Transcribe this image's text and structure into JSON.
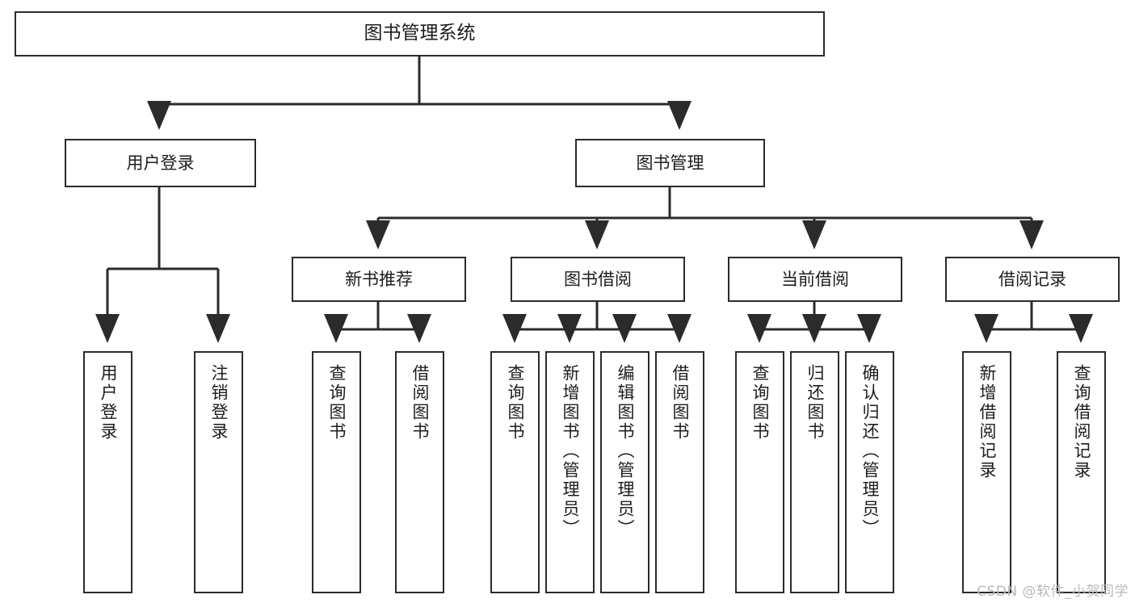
{
  "diagram": {
    "type": "tree",
    "title": "图书管理系统",
    "orientation": "top-down",
    "colors": {
      "background": "#ffffff",
      "node_fill": "#ffffff",
      "node_border": "#2b2b2b",
      "edge": "#2b2b2b",
      "text": "#1d1d1d",
      "watermark": "#b9b9b9"
    },
    "root": {
      "id": "root",
      "label": "图书管理系统"
    },
    "level2": [
      {
        "id": "l2-0",
        "label": "用户登录"
      },
      {
        "id": "l2-1",
        "label": "图书管理"
      }
    ],
    "level3": [
      {
        "id": "l3-0",
        "label": "新书推荐",
        "parent": "l2-1"
      },
      {
        "id": "l3-1",
        "label": "图书借阅",
        "parent": "l2-1"
      },
      {
        "id": "l3-2",
        "label": "当前借阅",
        "parent": "l2-1"
      },
      {
        "id": "l3-3",
        "label": "借阅记录",
        "parent": "l2-1"
      }
    ],
    "leaves": [
      {
        "id": "lf-0",
        "label": "用户登录",
        "parent": "l2-0"
      },
      {
        "id": "lf-1",
        "label": "注销登录",
        "parent": "l2-0"
      },
      {
        "id": "lf-2",
        "label": "查询图书",
        "parent": "l3-0"
      },
      {
        "id": "lf-3",
        "label": "借阅图书",
        "parent": "l3-0"
      },
      {
        "id": "lf-4",
        "label": "查询图书",
        "parent": "l3-1"
      },
      {
        "id": "lf-5",
        "label": "新增图书（管理员）",
        "parent": "l3-1"
      },
      {
        "id": "lf-6",
        "label": "编辑图书（管理员）",
        "parent": "l3-1"
      },
      {
        "id": "lf-7",
        "label": "借阅图书",
        "parent": "l3-1"
      },
      {
        "id": "lf-8",
        "label": "查询图书",
        "parent": "l3-2"
      },
      {
        "id": "lf-9",
        "label": "归还图书",
        "parent": "l3-2"
      },
      {
        "id": "lf-10",
        "label": "确认归还（管理员）",
        "parent": "l3-2"
      },
      {
        "id": "lf-11",
        "label": "新增借阅记录",
        "parent": "l3-3"
      },
      {
        "id": "lf-12",
        "label": "查询借阅记录",
        "parent": "l3-3"
      }
    ]
  },
  "watermark": {
    "text": "CSDN @软件_小贺同学"
  }
}
